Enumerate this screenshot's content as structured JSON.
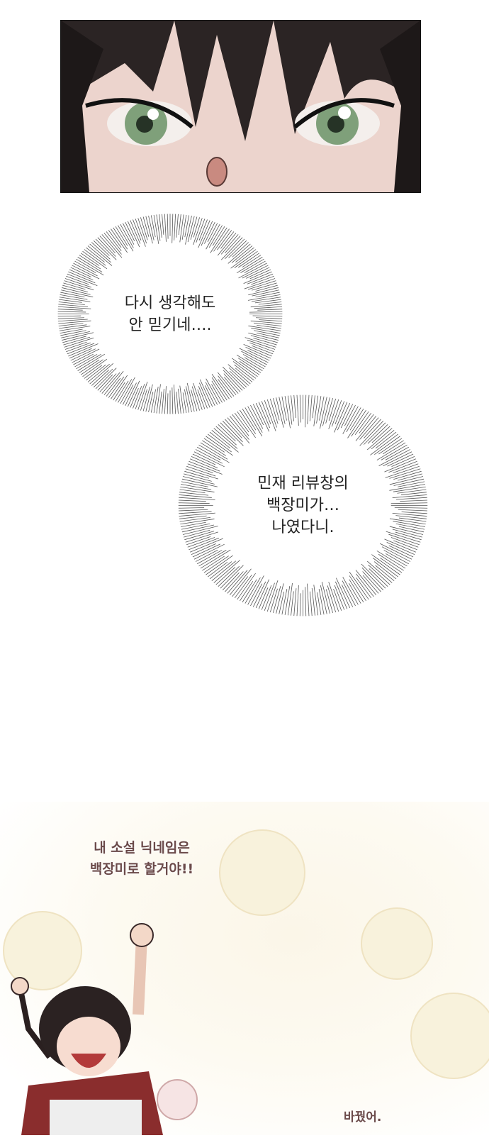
{
  "bubbles": [
    {
      "lines": [
        "다시 생각해도",
        "안 믿기네…."
      ]
    },
    {
      "lines": [
        "민재 리뷰창의",
        "백장미가…",
        "나였다니."
      ]
    }
  ],
  "flashback": {
    "caption_lines": [
      "내 소설 닉네임은",
      "백장미로 할거야!!"
    ],
    "bottom_caption": "바꿨어."
  },
  "colors": {
    "text": "#222222",
    "caption": "#6b4a4a",
    "eye": "#7fa07a"
  }
}
